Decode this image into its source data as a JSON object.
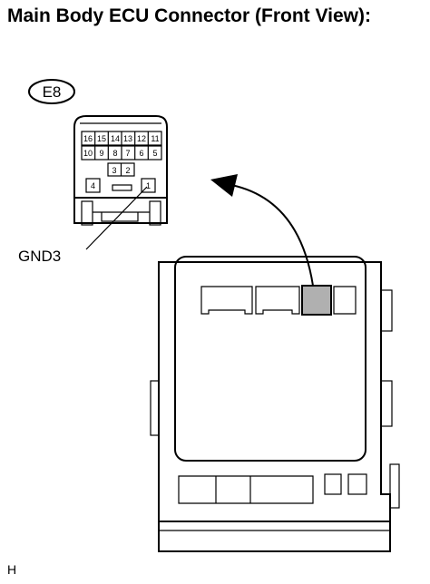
{
  "title": "Main Body ECU Connector (Front View):",
  "connector_tag": "E8",
  "pin_label": "GND3",
  "footer": "H",
  "pins": {
    "row1": [
      "16",
      "15",
      "14",
      "13",
      "12",
      "11"
    ],
    "row2": [
      "10",
      "9",
      "8",
      "7",
      "6",
      "5"
    ],
    "row3": [
      "3",
      "2"
    ],
    "left": "4",
    "right": "1"
  },
  "colors": {
    "highlight": "#b0b0b0",
    "line": "#000000"
  }
}
